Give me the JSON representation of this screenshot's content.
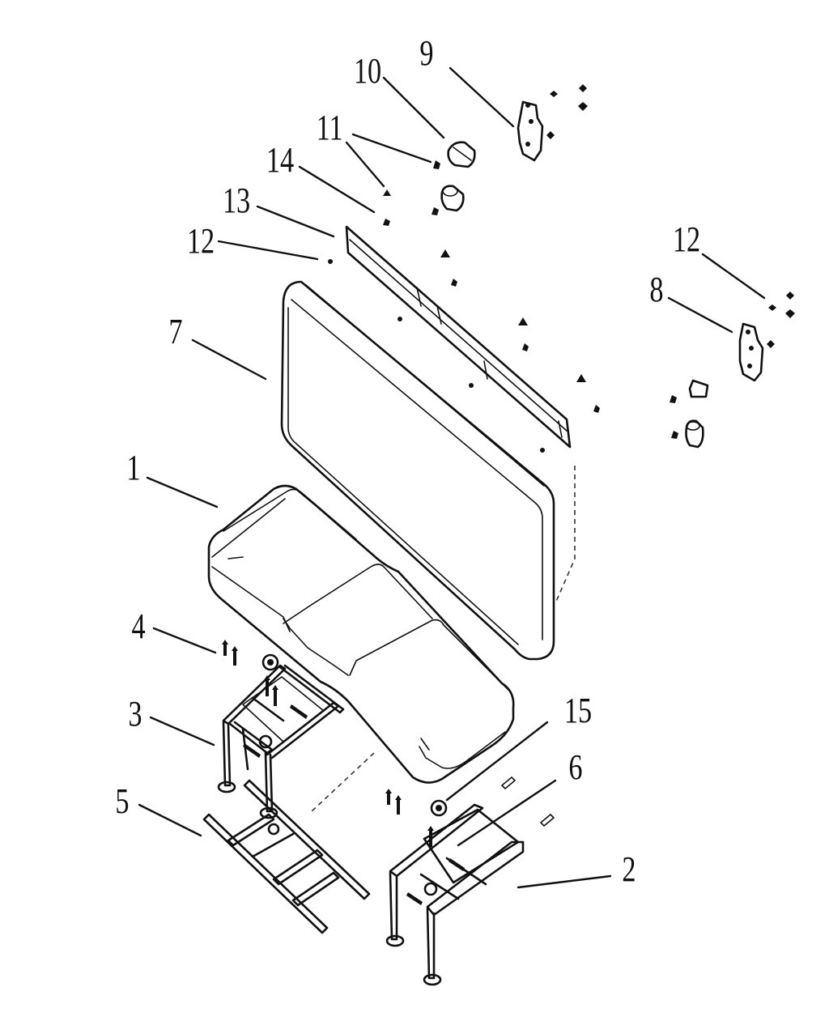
{
  "callouts": {
    "c1": "1",
    "c2": "2",
    "c3": "3",
    "c4": "4",
    "c5": "5",
    "c6": "6",
    "c7": "7",
    "c8": "8",
    "c9": "9",
    "c10": "10",
    "c11": "11",
    "c12a": "12",
    "c12b": "12",
    "c13": "13",
    "c14": "14",
    "c15": "15"
  },
  "colors": {
    "line": "#111111",
    "background": "#ffffff"
  }
}
